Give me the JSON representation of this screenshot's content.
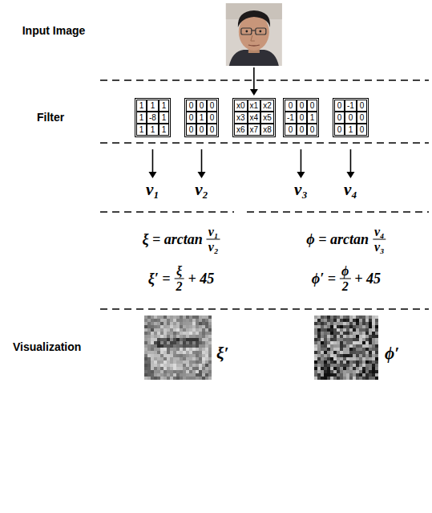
{
  "diagram": {
    "nodes": [
      {
        "text": [
          "1",
          "1",
          "1",
          "1",
          "-8",
          "1",
          "1",
          "1",
          "1"
        ]
      },
      {
        "text": [
          "0",
          "0",
          "0",
          "0",
          "1",
          "0",
          "0",
          "0",
          "0"
        ]
      },
      {
        "text": [
          "x0",
          "x1",
          "x2",
          "x3",
          "x4",
          "x5",
          "x6",
          "x7",
          "x8"
        ]
      },
      {
        "text": [
          "0",
          "0",
          "0",
          "-1",
          "0",
          "1",
          "0",
          "0",
          "0"
        ]
      },
      {
        "text": [
          "0",
          "-1",
          "0",
          "0",
          "0",
          "0",
          "0",
          "1",
          "0"
        ]
      }
    ],
    "labels": [
      "Input Image",
      "Filter",
      "v₁",
      "v₂",
      "v₃",
      "v₄",
      "ξ = arctan",
      "v₁",
      "v₂",
      "ξ′ =",
      "ξ",
      "2",
      "+ 45",
      "ϕ = arctan",
      "v₄",
      "v₃",
      "ϕ′ =",
      "ϕ",
      "2",
      "+ 45",
      "Visualization",
      "ξ′",
      "ϕ′"
    ]
  }
}
